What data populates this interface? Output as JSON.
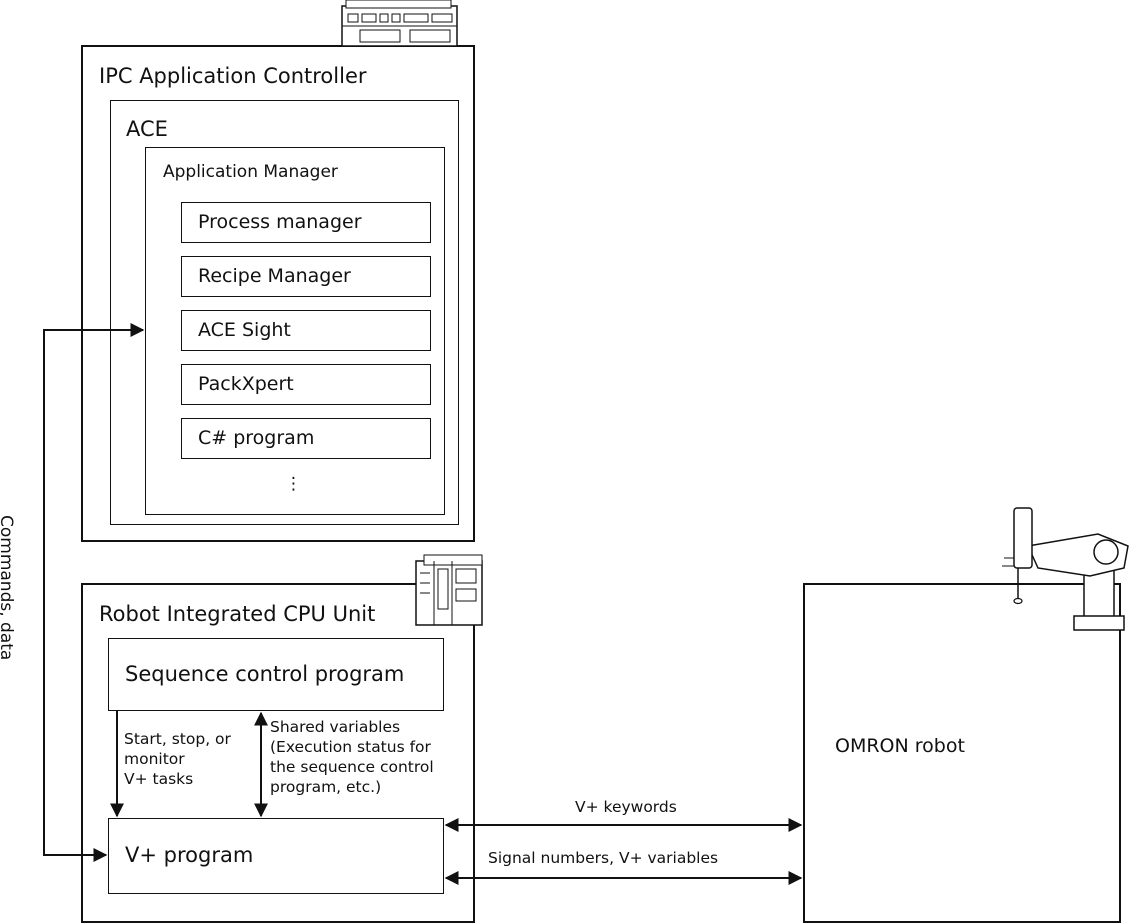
{
  "ipc": {
    "title": "IPC Application Controller"
  },
  "ace": {
    "title": "ACE"
  },
  "app_manager": {
    "title": "Application Manager",
    "modules": [
      "Process manager",
      "Recipe Manager",
      "ACE Sight",
      "PackXpert",
      "C# program"
    ],
    "more": "⋮"
  },
  "cpu": {
    "title": "Robot Integrated CPU Unit",
    "sequence_program": "Sequence control program",
    "vplus_program": "V+ program",
    "down_label": [
      "Start, stop, or",
      "monitor",
      "V+ tasks"
    ],
    "shared_label": [
      "Shared variables",
      "(Execution status for",
      "the sequence control",
      "program, etc.)"
    ]
  },
  "robot": {
    "title": "OMRON robot"
  },
  "links": {
    "side_label": "Commands, data",
    "keywords": "V+ keywords",
    "signals": "Signal numbers, V+ variables"
  },
  "icons": [
    "ipc-hardware-icon",
    "cpu-unit-hardware-icon",
    "scara-robot-icon"
  ]
}
